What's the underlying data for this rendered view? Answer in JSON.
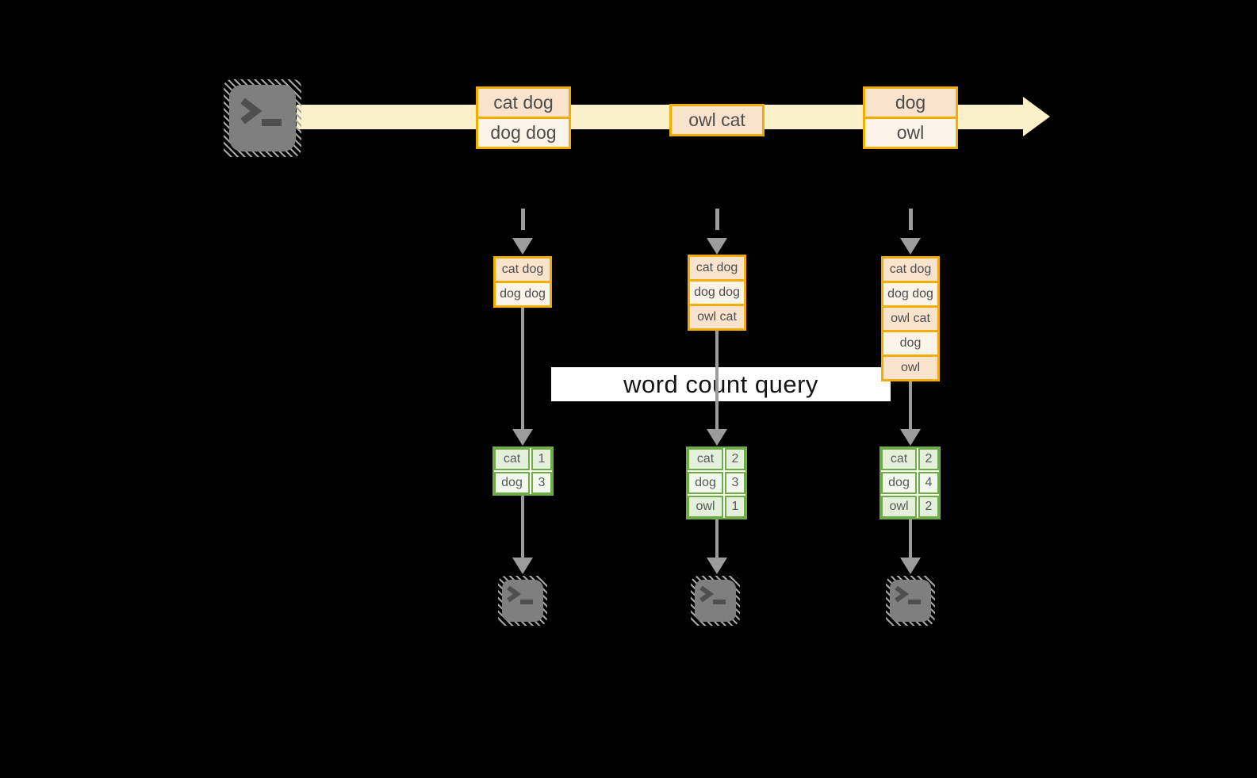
{
  "banner": {
    "label": "word count query"
  },
  "stream": {
    "messages": [
      {
        "rows": [
          "cat dog",
          "dog dog"
        ]
      },
      {
        "rows": [
          "owl cat"
        ]
      },
      {
        "rows": [
          "dog",
          "owl"
        ]
      }
    ]
  },
  "columns": [
    {
      "buffer_rows": [
        "cat dog",
        "dog dog"
      ],
      "counts": [
        {
          "word": "cat",
          "count": "1"
        },
        {
          "word": "dog",
          "count": "3"
        }
      ]
    },
    {
      "buffer_rows": [
        "cat dog",
        "dog dog",
        "owl cat"
      ],
      "counts": [
        {
          "word": "cat",
          "count": "2"
        },
        {
          "word": "dog",
          "count": "3"
        },
        {
          "word": "owl",
          "count": "1"
        }
      ]
    },
    {
      "buffer_rows": [
        "cat dog",
        "dog dog",
        "owl cat",
        "dog",
        "owl"
      ],
      "counts": [
        {
          "word": "cat",
          "count": "2"
        },
        {
          "word": "dog",
          "count": "4"
        },
        {
          "word": "owl",
          "count": "2"
        }
      ]
    }
  ],
  "icons": {
    "source": "terminal-icon",
    "sinks": [
      "terminal-icon",
      "terminal-icon",
      "terminal-icon"
    ]
  },
  "colors": {
    "background": "#000000",
    "stream_band": "#FAF0C9",
    "box_border_gold": "#F2AE00",
    "box_fill_peach": "#FAE3CD",
    "box_fill_cream": "#FDF4E9",
    "table_border_green": "#6FAC46",
    "table_fill_green": "#E4EFDC",
    "table_fill_green_light": "#F2F8EE",
    "arrow_gray": "#9C9C9C",
    "terminal_gray": "#7F7F7F"
  }
}
